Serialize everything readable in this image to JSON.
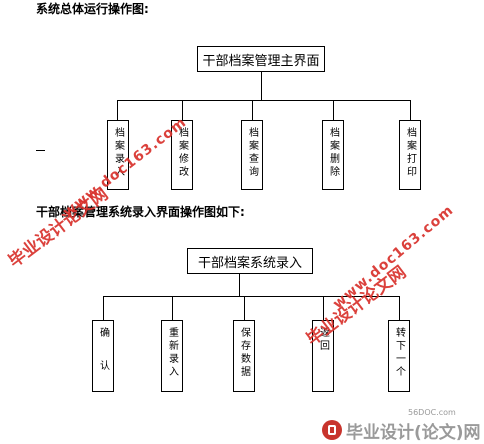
{
  "diagram1": {
    "heading": "系统总体运行操作图:",
    "root": "干部档案管理主界面",
    "children": [
      "档案录入",
      "档案修改",
      "档案查询",
      "档案删除",
      "档案打印"
    ]
  },
  "diagram2": {
    "heading": "干部档案管理系统录入界面操作图如下:",
    "root": "干部档案系统录入",
    "children": [
      "确 认",
      "重新录入",
      "保存数据",
      "返回",
      "转下一个"
    ]
  },
  "watermarks": {
    "line1": "毕业设计论文网",
    "line2": "www.doc163.com",
    "footer_small": "56DOC.com",
    "footer": "毕业设计(论文)网"
  },
  "colors": {
    "watermark": "#d8312c",
    "footer_text": "#9a9a9a"
  }
}
